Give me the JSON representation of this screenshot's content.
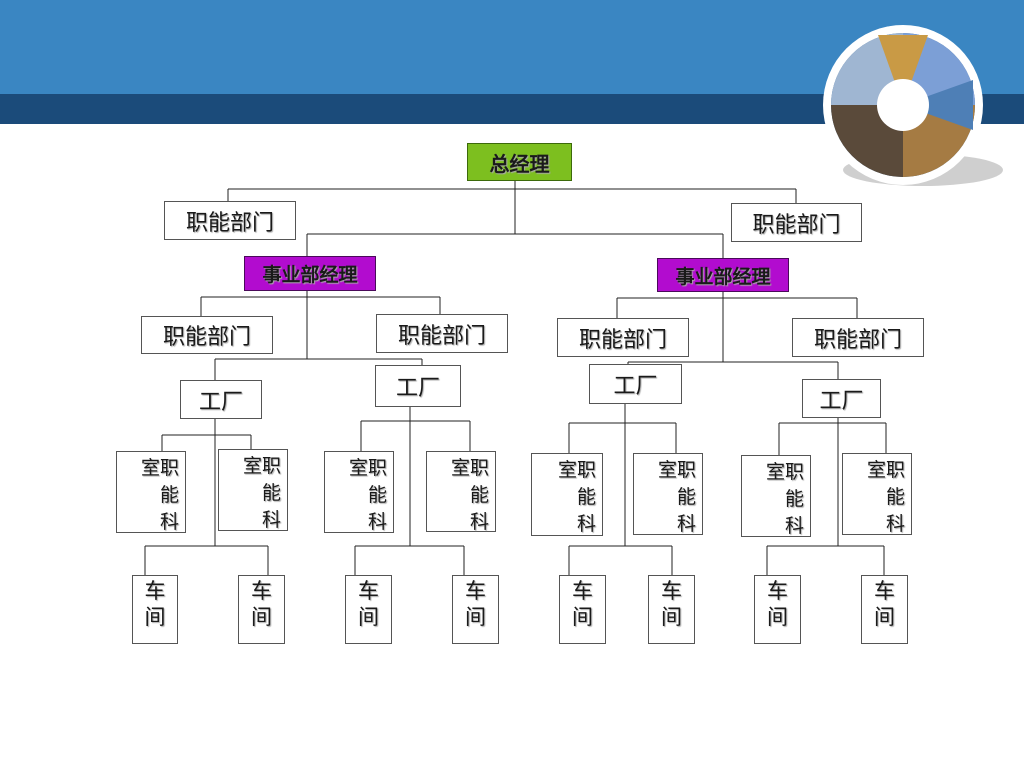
{
  "general_manager": "总经理",
  "functional_dept": "职能部门",
  "division_manager": "事业部经理",
  "factory": "工厂",
  "section": [
    "室职",
    "能",
    "科"
  ],
  "workshop": [
    "车",
    "间"
  ],
  "colors": {
    "header_blue": "#3a86c2",
    "header_dark": "#1b4b7a",
    "general_manager_fill": "#7dbf1f",
    "division_manager_fill": "#b20ccf"
  }
}
